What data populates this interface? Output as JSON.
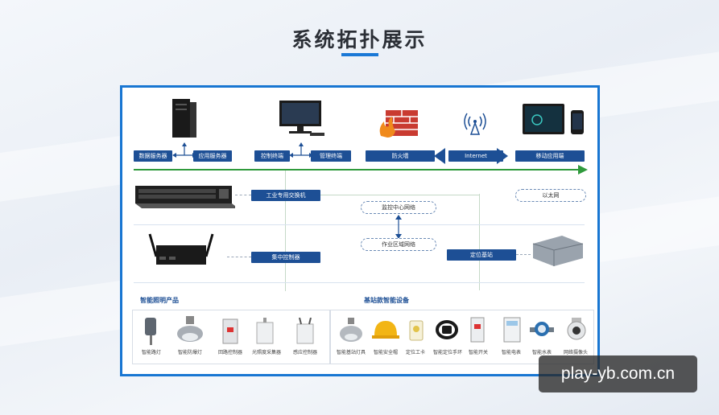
{
  "page_title": "系统拓扑展示",
  "top_labels": {
    "db_server": "数据服务器",
    "app_server": "应用服务器",
    "control_terminal": "控制终端",
    "mgmt_terminal": "管理终端",
    "firewall": "防火墙",
    "internet": "Internet",
    "mobile_app": "移动应用端"
  },
  "network": {
    "industrial_switch": "工业专用交换机",
    "ethernet": "以太网",
    "monitor_center_net": "监控中心网络",
    "work_area_net": "作业区域网络",
    "central_controller": "集中控制器",
    "positioning_station": "定位基站"
  },
  "sections": {
    "lighting": "智能照明产品",
    "base_devices": "基站款智能设备"
  },
  "lighting_devices": [
    "智能路灯",
    "智能防爆灯",
    "回路控制器",
    "光照度采集器",
    "感应控制器"
  ],
  "base_devices": [
    "智能基站灯具",
    "智能安全帽",
    "定位工卡",
    "智能定位手环",
    "智能开关",
    "智能电表",
    "智能水表",
    "网络摄像头"
  ],
  "watermark": "play-yb.com.cn",
  "colors": {
    "frame": "#1876d2",
    "label_bg": "#1d4f95",
    "arrow": "#1d4f95",
    "accent_line": "#2f9a3c"
  }
}
